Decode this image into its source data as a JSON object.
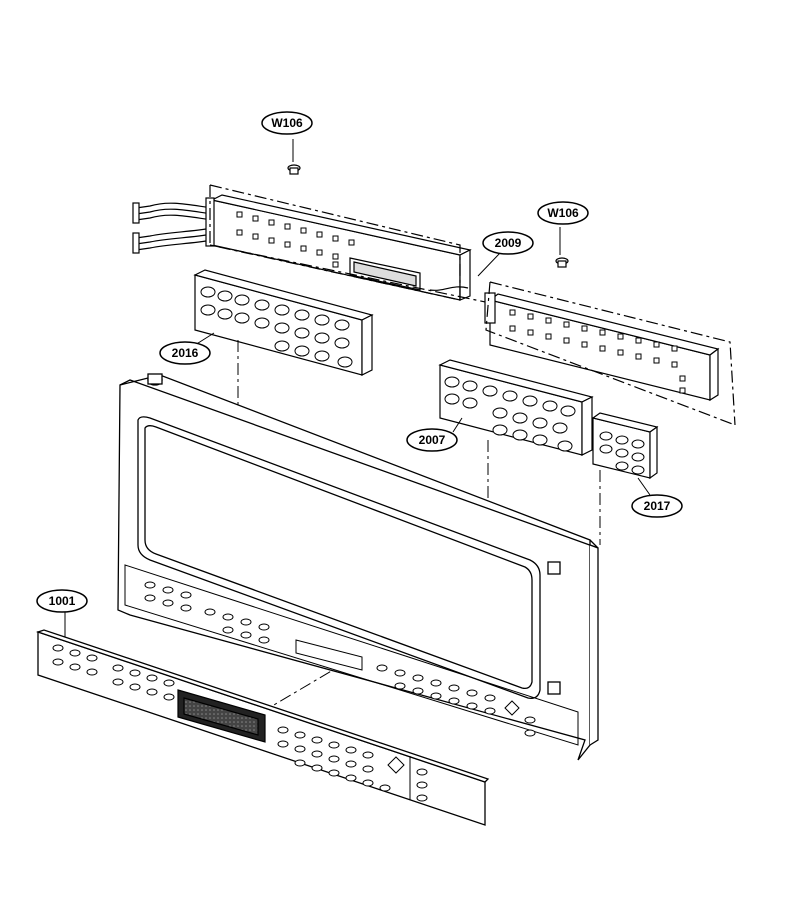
{
  "callouts": {
    "w106_left": "W106",
    "w106_right": "W106",
    "pcb_2009": "2009",
    "keys_2016": "2016",
    "keys_2007": "2007",
    "keys_2017": "2017",
    "panel_1001": "1001"
  },
  "colors": {
    "line": "#000000",
    "panel_fill": "#ffffff",
    "display_fill": "#222222",
    "display_screen": "#555555"
  }
}
